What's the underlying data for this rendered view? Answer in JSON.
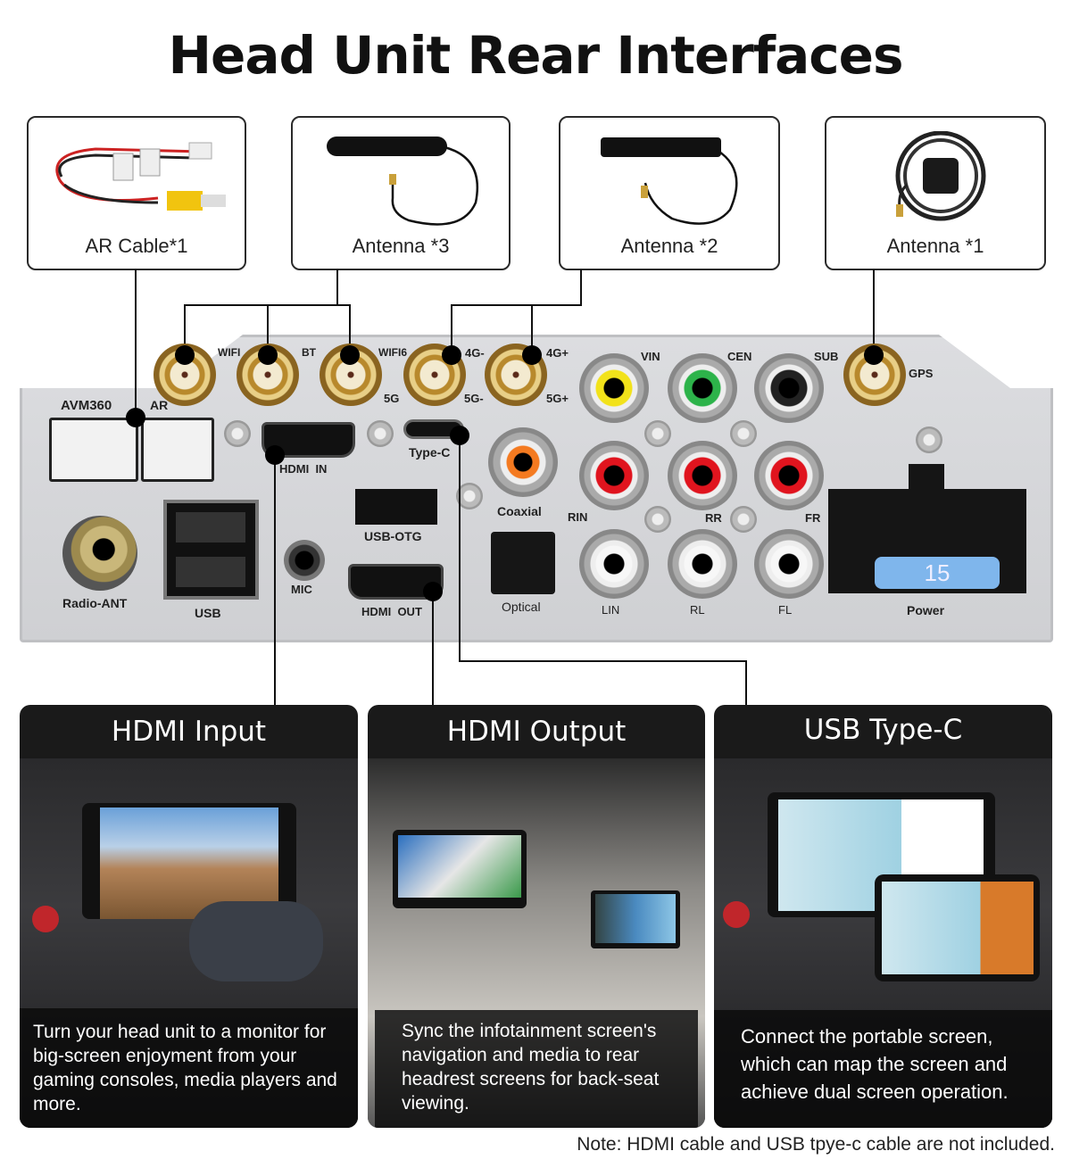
{
  "title": "Head Unit Rear Interfaces",
  "accessories": [
    {
      "label": "AR Cable*1"
    },
    {
      "label": "Antenna *3"
    },
    {
      "label": "Antenna *2"
    },
    {
      "label": "Antenna *1"
    }
  ],
  "ports": {
    "avm360": "AVM360",
    "ar": "AR",
    "wifi": "WIFI",
    "bt": "BT",
    "wifi6": "WIFI6",
    "g5": "5G",
    "g4minus": "4G-",
    "g5minus": "5G-",
    "g4plus": "4G+",
    "g5plus": "5G+",
    "vin": "VIN",
    "cen": "CEN",
    "sub": "SUB",
    "gps": "GPS",
    "hdmi_in": "HDMI  IN",
    "type_c": "Type-C",
    "coaxial": "Coaxial",
    "usb_otg": "USB-OTG",
    "mic": "MIC",
    "hdmi_out": "HDMI  OUT",
    "optical": "Optical",
    "radio_ant": "Radio-ANT",
    "usb": "USB",
    "rin": "RIN",
    "rr": "RR",
    "fr": "FR",
    "lin": "LIN",
    "rl": "RL",
    "fl": "FL",
    "power": "Power",
    "fuse": "15"
  },
  "cards": [
    {
      "title": "HDMI Input",
      "caption": "Turn your head unit to a monitor for big-screen enjoyment from your gaming consoles, media players and more."
    },
    {
      "title": "HDMI Output",
      "caption": "Sync the infotainment screen's navigation and media to rear headrest screens for back-seat viewing."
    },
    {
      "title": "USB Type-C",
      "caption": "Connect the portable screen, which can map the screen and achieve dual screen operation."
    }
  ],
  "note": "Note: HDMI cable and USB tpye-c cable are not included.",
  "colors": {
    "vin": "#f2e21a",
    "cen": "#2db34a",
    "red": "#e0141e",
    "coax": "#f47a20",
    "fuse": "#7fb6ec"
  }
}
